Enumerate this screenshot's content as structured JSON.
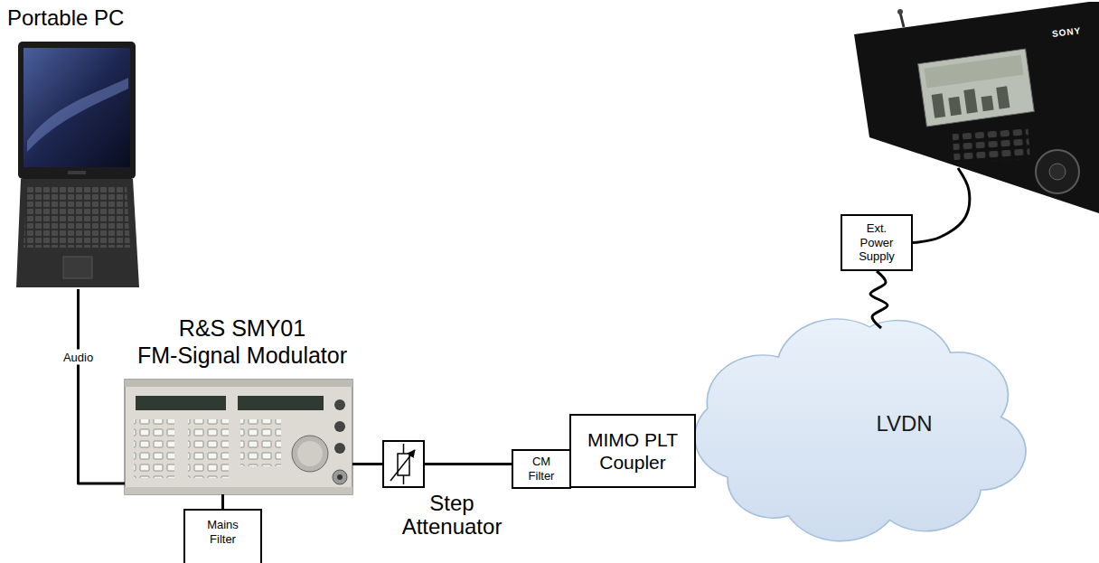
{
  "diagram": {
    "nodes": [
      {
        "text": [
          "Portable PC"
        ]
      },
      {
        "text": [
          "R&S SMY01",
          "FM-Signal Modulator"
        ]
      },
      {
        "text": [
          "Mains Filter"
        ]
      },
      {
        "text": [
          "Step Attenuator"
        ]
      },
      {
        "text": [
          "CM Filter"
        ]
      },
      {
        "text": [
          "MIMO PLT Coupler"
        ]
      },
      {
        "text": [
          "LVDN"
        ]
      },
      {
        "text": [
          "Ext. Power Supply"
        ]
      },
      {
        "text": [
          "SONY"
        ]
      }
    ],
    "edges": [
      {
        "from": 0,
        "to": 1,
        "arrow": "none",
        "label": "Audio"
      },
      {
        "from": 1,
        "to": 2,
        "arrow": "none"
      },
      {
        "from": 1,
        "to": 3,
        "arrow": "none"
      },
      {
        "from": 3,
        "to": 4,
        "arrow": "none"
      },
      {
        "from": 6,
        "to": 7,
        "arrow": "none"
      },
      {
        "from": 7,
        "to": 8,
        "arrow": "none"
      }
    ]
  }
}
